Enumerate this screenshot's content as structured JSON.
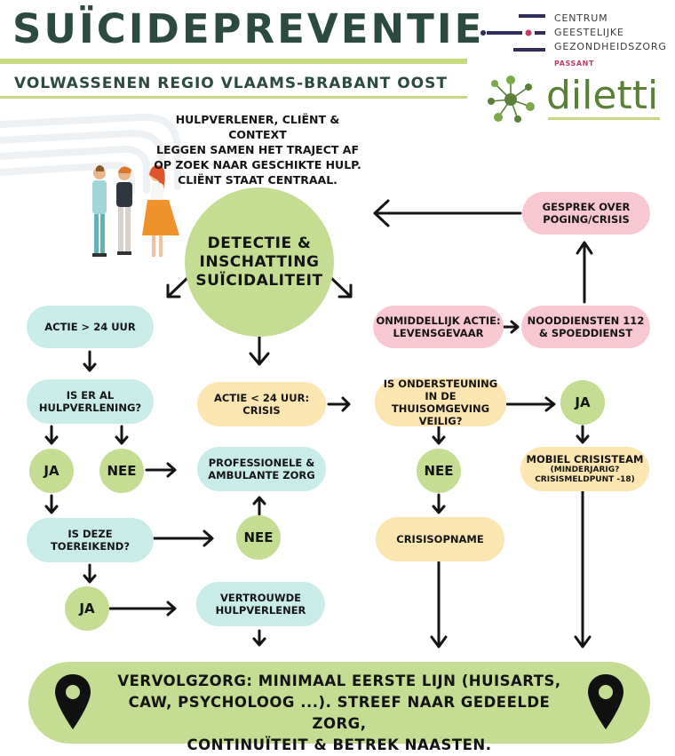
{
  "header": {
    "title": "SUÏCIDEPREVENTIE",
    "subtitle": "VOLWASSENEN REGIO VLAAMS-BRABANT OOST"
  },
  "logos": {
    "cgg": [
      "CENTRUM",
      "GEESTELIJKE",
      "GEZONDHEIDSZORG"
    ],
    "cgg_sub": "PASSANT",
    "diletti": "diletti"
  },
  "intro": "HULPVERLENER, CLIËNT & CONTEXT\nLEGGEN SAMEN HET TRAJECT AF\nOP ZOEK NAAR GESCHIKTE HULP.\nCLIËNT STAAT CENTRAAL.",
  "nodes": {
    "detectie": "DETECTIE &\nINSCHATTING\nSUÏCIDALITEIT",
    "actie24plus": "ACTIE > 24 UUR",
    "hulpverlening": "IS ER AL\nHULPVERLENING?",
    "ja1": "JA",
    "nee1": "NEE",
    "toereikend": "IS DEZE\nTOEREIKEND?",
    "ja2": "JA",
    "vertrouwde": "VERTROUWDE\nHULPVERLENER",
    "professionele": "PROFESSIONELE &\nAMBULANTE ZORG",
    "nee2": "NEE",
    "actie24min": "ACTIE < 24 UUR:\nCRISIS",
    "ondersteuning": "IS ONDERSTEUNING\nIN DE THUISOMGEVING\nVEILIG?",
    "nee3": "NEE",
    "crisisopname": "CRISISOPNAME",
    "ja3": "JA",
    "mobiel": "MOBIEL CRISISTEAM",
    "mobiel_sub": "(MINDERJARIG?\nCRISISMELDPUNT -18)",
    "onmiddellijk": "ONMIDDELLIJK ACTIE:\nLEVENSGEVAAR",
    "nooddiensten": "NOODDIENSTEN 112\n& SPOEDDIENST",
    "gesprek": "GESPREK OVER\nPOGING/CRISIS"
  },
  "bottom": "VERVOLGZORG: MINIMAAL EERSTE LIJN (HUISARTS,\nCAW, PSYCHOLOOG ...). STREEF NAAR GEDEELDE ZORG,\nCONTINUÏTEIT & BETREK NAASTEN.",
  "icons": {
    "pin": "map-pin-icon",
    "people": "people-illustration"
  },
  "colors": {
    "teal": "#c9ece9",
    "olive": "#c5dd93",
    "yellow": "#fbe6b2",
    "pink": "#f8c8d2",
    "title": "#2c4a3e"
  }
}
